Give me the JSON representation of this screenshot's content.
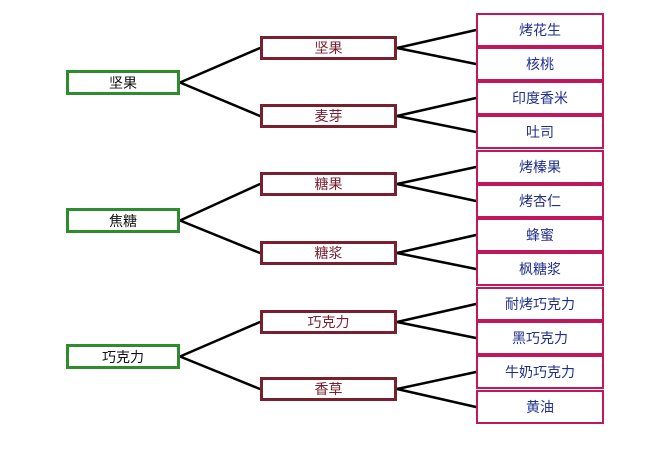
{
  "diagram": {
    "roots": [
      {
        "label": "坚果",
        "children": [
          {
            "label": "坚果",
            "leaves": [
              "烤花生",
              "核桃"
            ]
          },
          {
            "label": "麦芽",
            "leaves": [
              "印度香米",
              "吐司"
            ]
          }
        ]
      },
      {
        "label": "焦糖",
        "children": [
          {
            "label": "糖果",
            "leaves": [
              "烤榛果",
              "烤杏仁"
            ]
          },
          {
            "label": "糖浆",
            "leaves": [
              "蜂蜜",
              "枫糖浆"
            ]
          }
        ]
      },
      {
        "label": "巧克力",
        "children": [
          {
            "label": "巧克力",
            "leaves": [
              "耐烤巧克力",
              "黑巧克力"
            ]
          },
          {
            "label": "香草",
            "leaves": [
              "牛奶巧克力",
              "黄油"
            ]
          }
        ]
      }
    ],
    "colors": {
      "root_border": "#2e8b2e",
      "mid_border": "#7a1f2e",
      "leaf_border": "#c2185b",
      "leaf_text": "#1f2f8f",
      "connector": "#000000"
    }
  }
}
